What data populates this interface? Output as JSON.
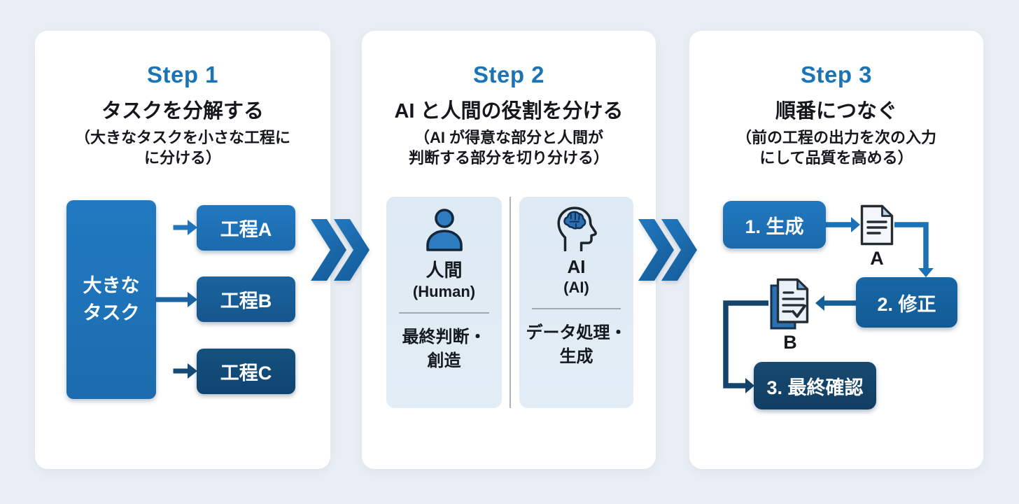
{
  "colors": {
    "background": "#e9eef4",
    "panel": "#ffffff",
    "step_heading_blue": "#1b74b8",
    "box_blue_bright": "#1e73b8",
    "box_blue_medium": "#16598f",
    "box_blue_dark": "#114a76",
    "node_fix_blue": "#1563a0",
    "node_final_navy": "#14436b",
    "card_bg": "#dde9f3",
    "chevron_blue": "#1d6fb2",
    "text_dark": "#14181d",
    "text_white": "#ffffff"
  },
  "steps": [
    {
      "label": "Step 1",
      "title": "タスクを分解する",
      "subtitle": "（大きなタスクを小さな工程に\nに分ける）",
      "diagram": {
        "source": "大きな\nタスク",
        "targets": [
          "工程A",
          "工程B",
          "工程C"
        ]
      }
    },
    {
      "label": "Step 2",
      "title": "AI と人間の役割を分ける",
      "subtitle": "（AI が得意な部分と人間が\n判断する部分を切り分ける）",
      "cards": [
        {
          "icon": "person-icon",
          "name": "人間",
          "alias": "(Human)",
          "role": "最終判断・\n創造"
        },
        {
          "icon": "ai-brain-icon",
          "name": "AI",
          "alias": "(AI)",
          "role": "データ処理・\n生成"
        }
      ]
    },
    {
      "label": "Step 3",
      "title": "順番につなぐ",
      "subtitle": "（前の工程の出力を次の入力\nにして品質を高める）",
      "flow": {
        "node1": "1. 生成",
        "node2": "2. 修正",
        "node3": "3. 最終確認",
        "doc_a_label": "A",
        "doc_b_label": "B"
      }
    }
  ]
}
